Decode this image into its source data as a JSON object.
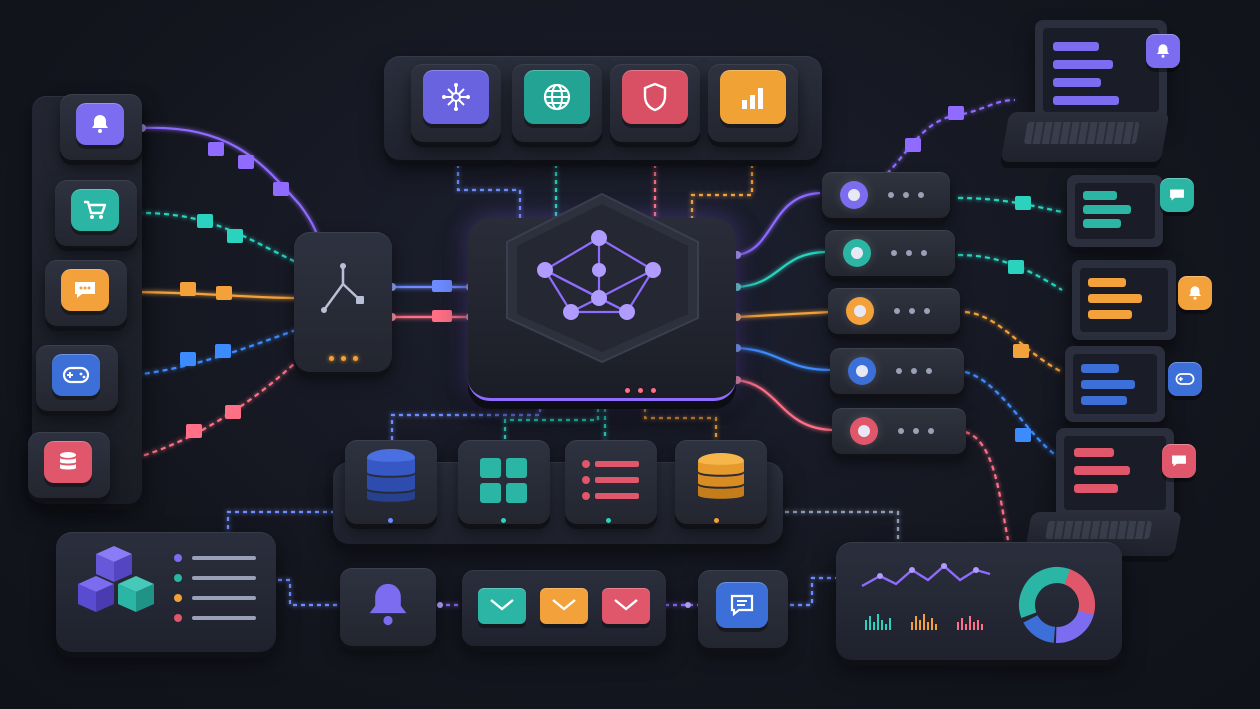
{
  "colors": {
    "purple": "#7b6cf0",
    "teal": "#2bb5a4",
    "orange": "#f3a13a",
    "blue": "#3d6fd8",
    "red": "#e0566a",
    "violet_glow": "#8f6bff",
    "red_soft": "#ff6f86"
  },
  "sources": [
    {
      "icon": "bell-icon",
      "color": "purple"
    },
    {
      "icon": "cart-icon",
      "color": "teal"
    },
    {
      "icon": "chat-icon",
      "color": "orange"
    },
    {
      "icon": "gamepad-icon",
      "color": "blue"
    },
    {
      "icon": "database-icon",
      "color": "red"
    }
  ],
  "services": [
    {
      "icon": "network-icon",
      "color": "purple"
    },
    {
      "icon": "globe-icon",
      "color": "teal"
    },
    {
      "icon": "shield-icon",
      "color": "red"
    },
    {
      "icon": "bar-chart-icon",
      "color": "orange"
    }
  ],
  "hub": {
    "icon": "graph-network-icon"
  },
  "router": {
    "icon": "split-arrow-icon"
  },
  "outputs": [
    "purple",
    "teal",
    "orange",
    "blue",
    "red"
  ],
  "devices": [
    {
      "color": "purple",
      "badge": "bell-icon",
      "badge_color": "purple"
    },
    {
      "color": "teal",
      "badge": "chat-icon",
      "badge_color": "teal"
    },
    {
      "color": "orange",
      "badge": "bell-icon",
      "badge_color": "orange"
    },
    {
      "color": "blue",
      "badge": "gamepad-icon",
      "badge_color": "blue"
    },
    {
      "color": "red",
      "badge": "chat-icon",
      "badge_color": "red"
    }
  ],
  "storage": [
    {
      "icon": "database-icon",
      "color": "blue"
    },
    {
      "icon": "grid-icon",
      "color": "teal"
    },
    {
      "icon": "list-icon",
      "color": "red"
    },
    {
      "icon": "coins-icon",
      "color": "orange"
    }
  ],
  "notifications": {
    "bell": "bell-icon",
    "mails": [
      "teal",
      "orange",
      "red"
    ],
    "message": "message-icon"
  },
  "analytics": {
    "line_icon": "line-chart-icon",
    "donut_icon": "donut-chart-icon"
  }
}
